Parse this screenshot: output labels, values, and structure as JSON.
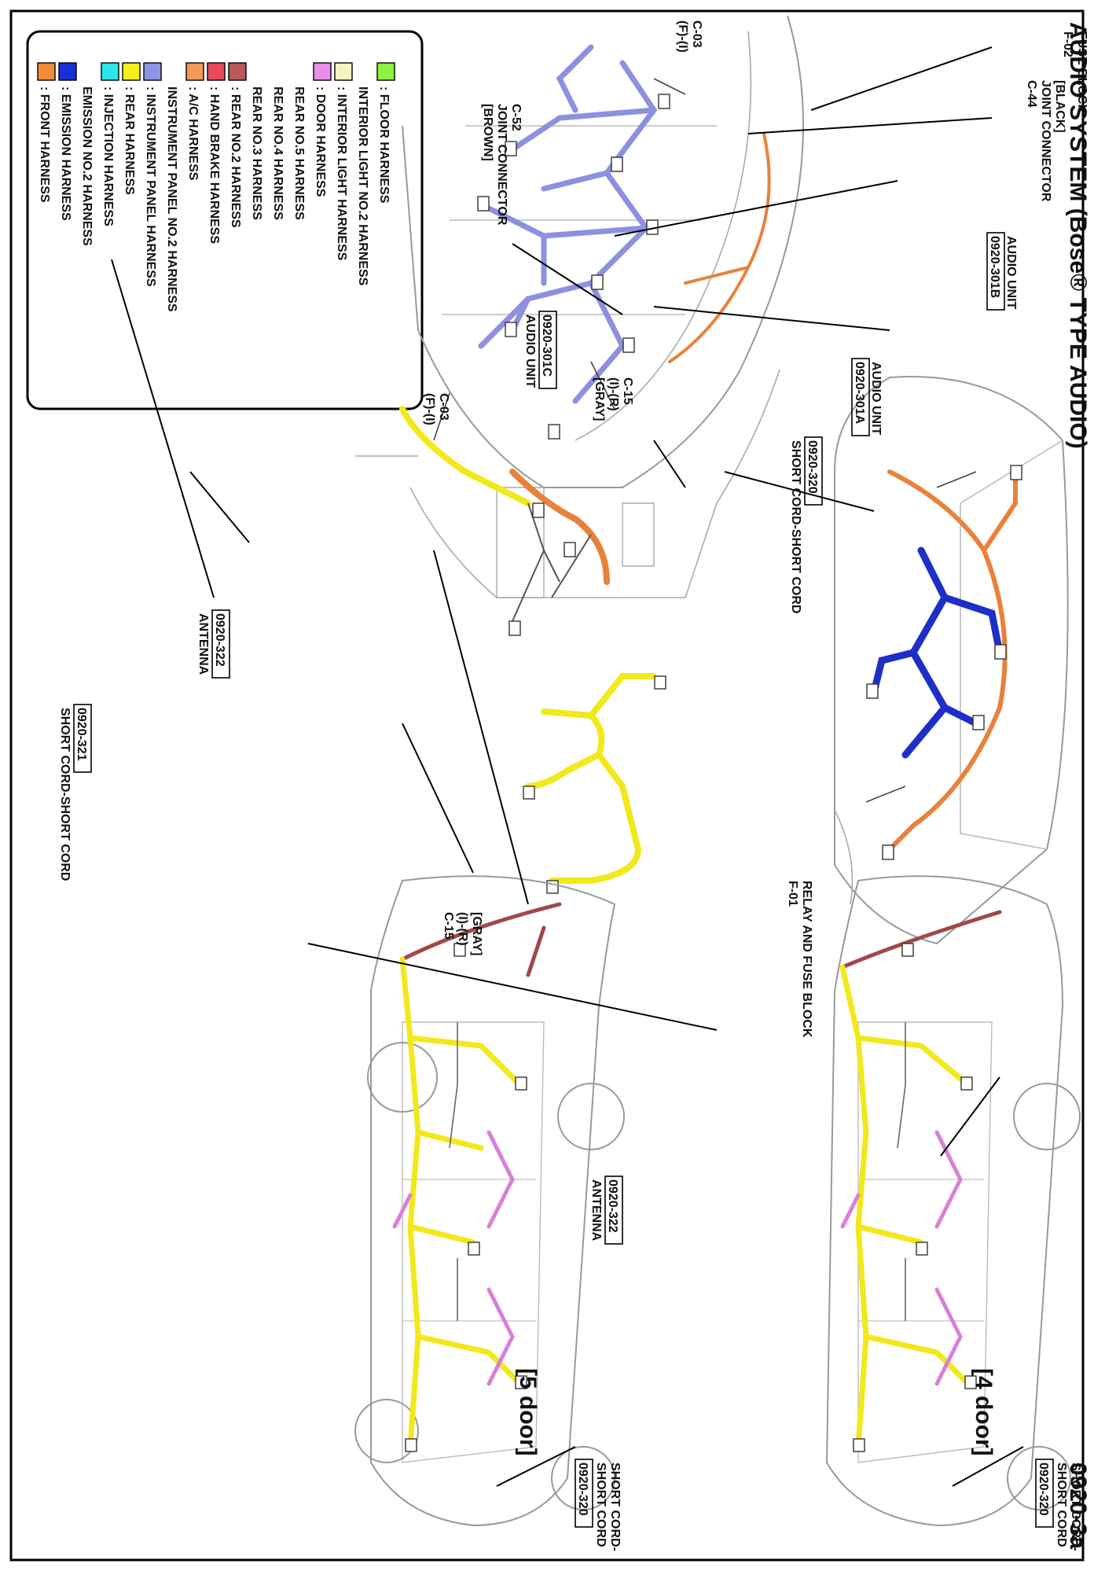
{
  "header": {
    "title": "AUDIO SYSTEM (Bose® TYPE AUDIO)",
    "page_code": "0920-3a"
  },
  "legend": [
    {
      "label": ": FRONT HARNESS",
      "color": "#f08c3c"
    },
    {
      "label": ": EMISSION HARNESS",
      "color": "#1a2fd6"
    },
    {
      "label": "  EMISSION NO.2 HARNESS",
      "color": ""
    },
    {
      "label": ": INJECTION HARNESS",
      "color": "#2de6ea"
    },
    {
      "label": ": REAR HARNESS",
      "color": "#f7ee1c"
    },
    {
      "label": ": INSTRUMENT PANEL HARNESS",
      "color": "#8f95e6"
    },
    {
      "label": "  INSTRUMENT PANEL NO.2 HARNESS",
      "color": ""
    },
    {
      "label": ": A/C HARNESS",
      "color": "#f39a5a"
    },
    {
      "label": ": HAND BRAKE HARNESS",
      "color": "#e84a5a"
    },
    {
      "label": ": REAR NO.2 HARNESS",
      "color": "#b85a5a"
    },
    {
      "label": "  REAR NO.3 HARNESS",
      "color": ""
    },
    {
      "label": "  REAR NO.4 HARNESS",
      "color": ""
    },
    {
      "label": "  REAR NO.5 HARNESS",
      "color": ""
    },
    {
      "label": ": DOOR HARNESS",
      "color": "#e88ee8"
    },
    {
      "label": ": INTERIOR LIGHT HARNESS",
      "color": "#f8f4c0"
    },
    {
      "label": "  INTERIOR LIGHT NO.2 HARNESS",
      "color": ""
    },
    {
      "label": ": FLOOR HARNESS",
      "color": "#8ef040"
    }
  ],
  "callouts": {
    "fuse_block": {
      "name": "FUSE BLOCK",
      "code": "F-02"
    },
    "c03_top": {
      "code": "C-03",
      "pos": "(F)-(I)"
    },
    "c44": {
      "color": "[BLACK]",
      "name": "JOINT CONNECTOR",
      "code": "C-44"
    },
    "c52": {
      "code": "C-52",
      "name": "JOINT CONNECTOR",
      "color": "[BROWN]"
    },
    "audio_b": {
      "name": "AUDIO UNIT",
      "code": "0920-301B"
    },
    "audio_c": {
      "name": "AUDIO UNIT",
      "code": "0920-301C"
    },
    "audio_a": {
      "name": "AUDIO UNIT",
      "code": "0920-301A"
    },
    "c15_top": {
      "code": "C-15",
      "pos": "(I)-(R)",
      "color": "[GRAY]"
    },
    "short_cord_mid": {
      "code": "0920-320",
      "name": "SHORT CORD-SHORT CORD"
    },
    "c03_mid": {
      "code": "C-03",
      "pos": "(F)-(I)"
    },
    "antenna_5": {
      "code": "0920-322",
      "name": "ANTENNA"
    },
    "relay": {
      "name": "RELAY AND FUSE BLOCK",
      "code": "F-01"
    },
    "c15_mid": {
      "color": "[GRAY]",
      "pos": "(I)-(R)",
      "code": "C-15"
    },
    "short_321": {
      "code": "0920-321",
      "name": "SHORT CORD-SHORT CORD"
    },
    "antenna_4": {
      "code": "0920-322",
      "name": "ANTENNA"
    },
    "door4": {
      "label": "[4 door]",
      "name1": "SHORT CORD-",
      "name2": "SHORT CORD",
      "code": "0920-320"
    },
    "door5": {
      "label": "[5 door]",
      "name1": "SHORT CORD-",
      "name2": "SHORT CORD",
      "code": "0920-320"
    }
  },
  "harness_colors": {
    "front": "#e8823a",
    "emission": "#1e2fc8",
    "instrument": "#8c90e0",
    "rear": "#f2e81a",
    "rear2": "#a04848",
    "door": "#d880d8",
    "line": "#444444"
  }
}
